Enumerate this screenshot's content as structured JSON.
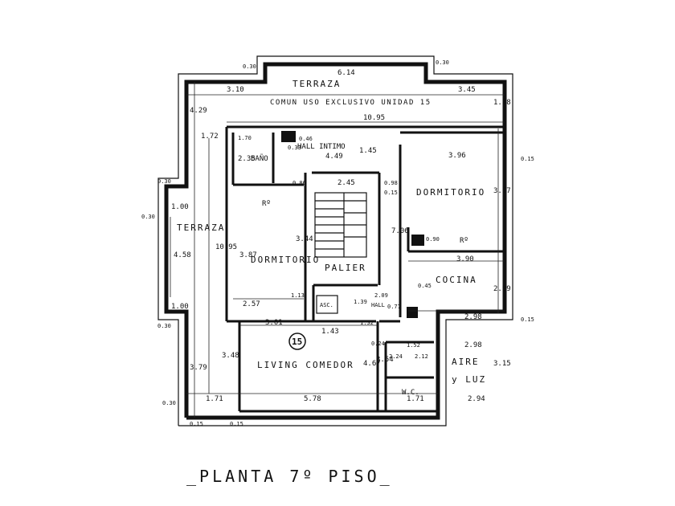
{
  "plan": {
    "title": "_PLANTA 7º PISO_",
    "unit_number": "15",
    "rooms": {
      "terraza_top": "TERRAZA",
      "terraza_top_sub": "COMUN USO EXCLUSIVO UNIDAD 15",
      "terraza_left": "TERRAZA",
      "bano": "BAÑO",
      "hall_intimo": "HALL INTIMO",
      "dormitorio_right": "DORMITORIO",
      "dormitorio_left": "DORMITORIO",
      "palier": "PALIER",
      "cocina": "COCINA",
      "living": "LIVING COMEDOR",
      "aire_luz_1": "AIRE",
      "aire_luz_2": "y LUZ",
      "wc": "W.C.",
      "asc": "ASC.",
      "hall": "HALL",
      "ro_left": "Rº",
      "ro_right": "Rº"
    },
    "dims": {
      "d614": "6.14",
      "d310": "3.10",
      "d345": "3.45",
      "d178": "1.78",
      "d429": "4.29",
      "d172": "1.72",
      "d1095": "10.95",
      "d1095v": "10.95",
      "d170": "1.70",
      "d449": "4.49",
      "d145": "1.45",
      "d396": "3.96",
      "d235": "2.35",
      "d245": "2.45",
      "d367": "3.67",
      "d100a": "1.00",
      "d100b": "1.00",
      "d458": "4.58",
      "d387": "3.87",
      "d344": "3.44",
      "d706": "7.06",
      "d390": "3.90",
      "d299": "2.99",
      "d257": "2.57",
      "d113": "1.13",
      "d139": "1.39",
      "d209": "2.09",
      "d077": "0.77",
      "d298a": "2.98",
      "d301": "3.01",
      "d143": "1.43",
      "d132": "1.32",
      "d152": "1.52",
      "d298b": "2.98",
      "d348": "3.48",
      "d467": "4.67",
      "d354": "3.54",
      "d224": "2.24",
      "d212": "2.12",
      "d315": "3.15",
      "d379": "3.79",
      "d171a": "1.71",
      "d578": "5.78",
      "d171b": "1.71",
      "d294": "2.94",
      "d030a": "0.30",
      "d030b": "0.30",
      "d030c": "0.30",
      "d030d": "0.30",
      "d030e": "0.30",
      "d030f": "0.30",
      "d015a": "0.15",
      "d015b": "0.15",
      "d015c": "0.15",
      "d015d": "0.15",
      "d015e": "0.15",
      "d024": "0.24",
      "d086": "0.86",
      "d098": "0.98",
      "d090": "0.90",
      "d045": "0.45",
      "d046": "0.46",
      "d033": "0.33"
    }
  }
}
